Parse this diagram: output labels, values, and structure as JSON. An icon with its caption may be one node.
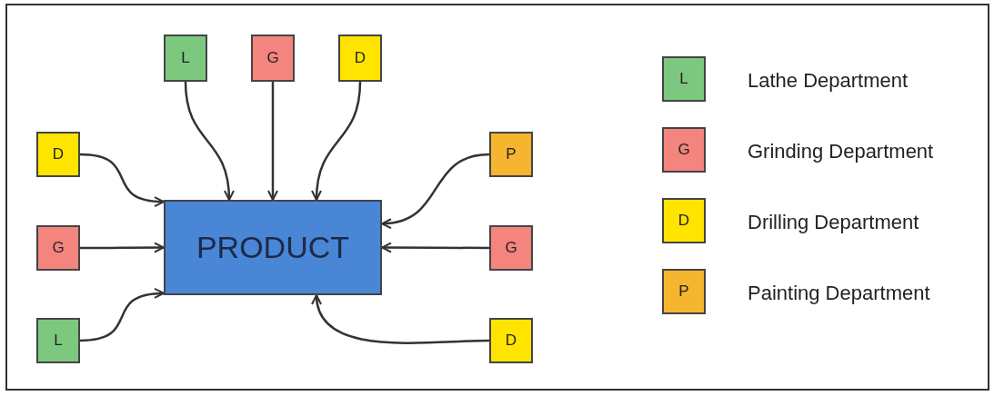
{
  "diagram": {
    "nodes": [
      {
        "text": [
          "PRODUCT"
        ]
      },
      {
        "text": [
          "L"
        ]
      },
      {
        "text": [
          "G"
        ]
      },
      {
        "text": [
          "D"
        ]
      },
      {
        "text": [
          "D"
        ]
      },
      {
        "text": [
          "P"
        ]
      },
      {
        "text": [
          "G"
        ]
      },
      {
        "text": [
          "G"
        ]
      },
      {
        "text": [
          "L"
        ]
      },
      {
        "text": [
          "D"
        ]
      }
    ],
    "edges": [
      {
        "from": 1,
        "to": 0,
        "arrow": "to"
      },
      {
        "from": 2,
        "to": 0,
        "arrow": "to"
      },
      {
        "from": 3,
        "to": 0,
        "arrow": "to"
      },
      {
        "from": 4,
        "to": 0,
        "arrow": "to"
      },
      {
        "from": 5,
        "to": 0,
        "arrow": "to"
      },
      {
        "from": 6,
        "to": 0,
        "arrow": "to"
      },
      {
        "from": 7,
        "to": 0,
        "arrow": "to"
      },
      {
        "from": 8,
        "to": 0,
        "arrow": "to"
      },
      {
        "from": 9,
        "to": 0,
        "arrow": "to"
      }
    ],
    "labels": [
      "L",
      "G",
      "D",
      "P"
    ],
    "legend": [
      {
        "text": "Lathe Department",
        "color": "#7dc87f"
      },
      {
        "text": "Grinding Department",
        "color": "#f4847e"
      },
      {
        "text": "Drilling Department",
        "color": "#ffe400"
      },
      {
        "text": "Painting Department",
        "color": "#f5b52e"
      }
    ]
  }
}
